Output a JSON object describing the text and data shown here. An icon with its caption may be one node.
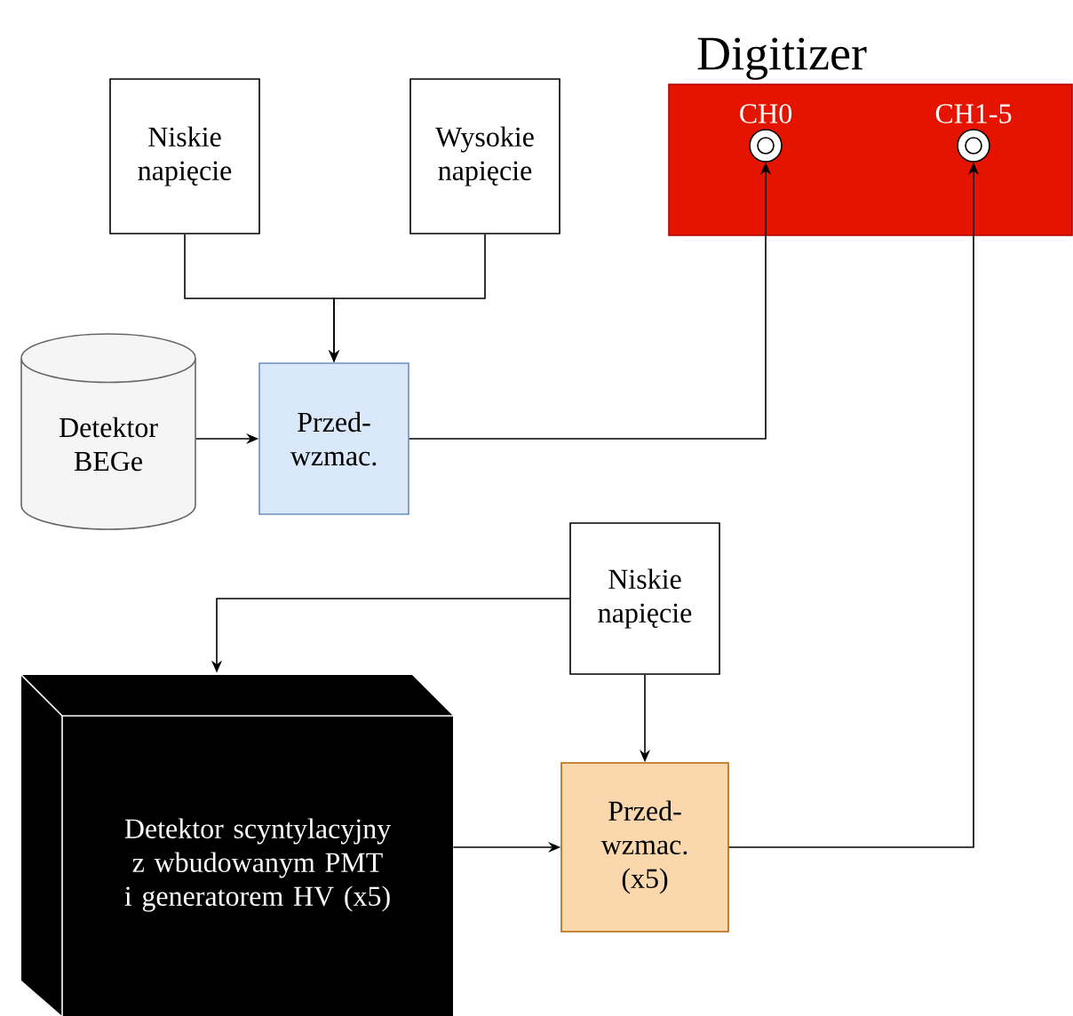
{
  "diagram": {
    "nodes": [
      {
        "text": [
          "Niskie napięcie"
        ]
      },
      {
        "text": [
          "Wysokie napięcie"
        ]
      },
      {
        "text": [
          "Detektor BEGe"
        ]
      },
      {
        "text": [
          "Przed-wzmac."
        ]
      },
      {
        "text": [
          "Digitizer"
        ]
      },
      {
        "text": [
          "CH0"
        ],
        "in": 4
      },
      {
        "text": [
          "CH1-5"
        ],
        "in": 4
      },
      {
        "text": [
          "Niskie napięcie"
        ]
      },
      {
        "text": [
          "Detektor scyntylacyjny z wbudowanym PMT i generatorem HV (x5)"
        ]
      },
      {
        "text": [
          "Przed-wzmac. (x5)"
        ]
      }
    ],
    "edges": [
      {
        "from": 0,
        "to": 3,
        "arrow": "to"
      },
      {
        "from": 1,
        "to": 3,
        "arrow": "to"
      },
      {
        "from": 2,
        "to": 3,
        "arrow": "to"
      },
      {
        "from": 3,
        "to": 5,
        "arrow": "to"
      },
      {
        "from": 7,
        "to": 8,
        "arrow": "to"
      },
      {
        "from": 7,
        "to": 9,
        "arrow": "to"
      },
      {
        "from": 8,
        "to": 9,
        "arrow": "to"
      },
      {
        "from": 9,
        "to": 6,
        "arrow": "to"
      }
    ]
  }
}
